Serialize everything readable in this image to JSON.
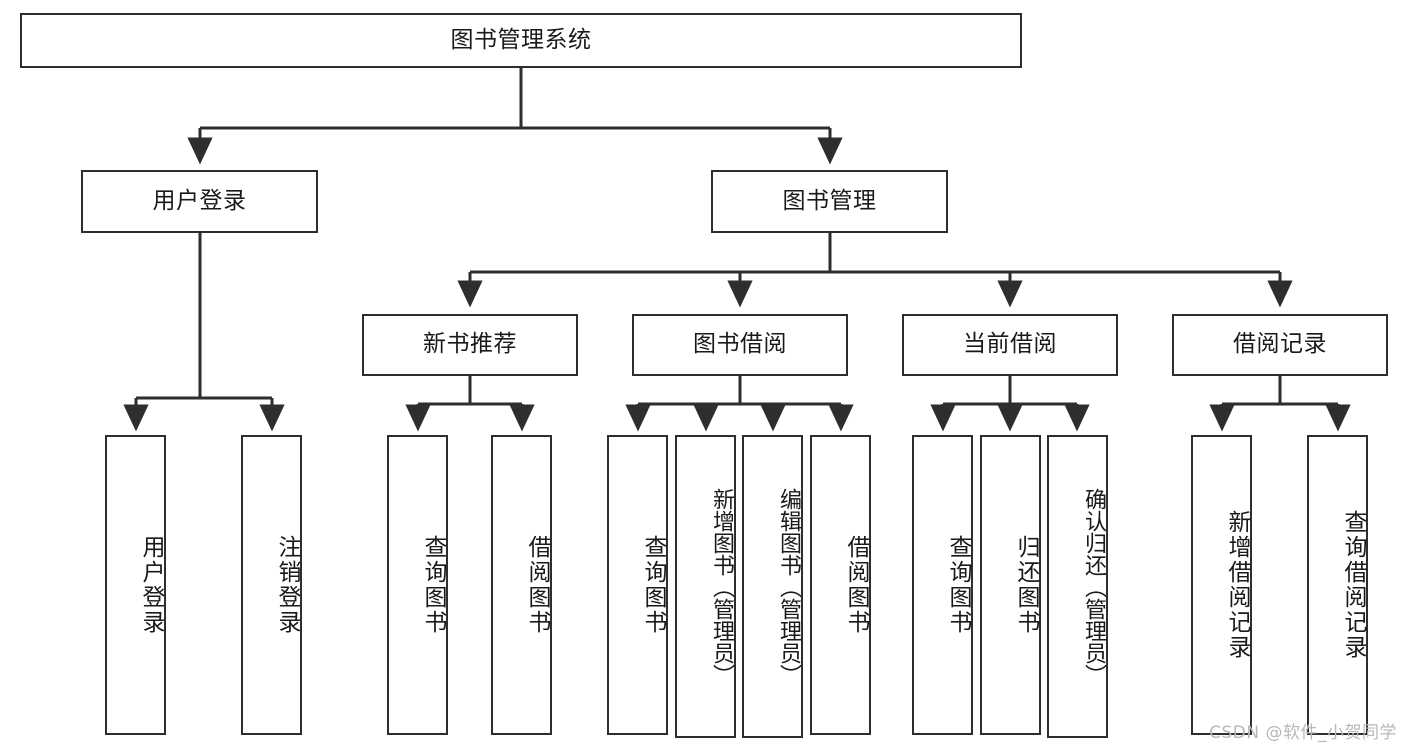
{
  "diagram": {
    "type": "tree",
    "title": "图书管理系统",
    "root": {
      "id": "root",
      "label": "图书管理系统"
    },
    "level2": [
      {
        "id": "user-login",
        "label": "用户登录"
      },
      {
        "id": "book-manage",
        "label": "图书管理"
      }
    ],
    "level3": [
      {
        "id": "new-book-rec",
        "label": "新书推荐",
        "parent": "book-manage"
      },
      {
        "id": "book-borrow",
        "label": "图书借阅",
        "parent": "book-manage"
      },
      {
        "id": "current-borrow",
        "label": "当前借阅",
        "parent": "book-manage"
      },
      {
        "id": "borrow-record",
        "label": "借阅记录",
        "parent": "book-manage"
      }
    ],
    "leaves": {
      "user-login": [
        {
          "id": "leaf-user-login",
          "label": "用户登录"
        },
        {
          "id": "leaf-logout",
          "label": "注销登录"
        }
      ],
      "new-book-rec": [
        {
          "id": "leaf-query-book-1",
          "label": "查询图书"
        },
        {
          "id": "leaf-borrow-book-1",
          "label": "借阅图书"
        }
      ],
      "book-borrow": [
        {
          "id": "leaf-query-book-2",
          "label": "查询图书"
        },
        {
          "id": "leaf-add-book",
          "label": "新增图书（管理员）"
        },
        {
          "id": "leaf-edit-book",
          "label": "编辑图书（管理员）"
        },
        {
          "id": "leaf-borrow-book-2",
          "label": "借阅图书"
        }
      ],
      "current-borrow": [
        {
          "id": "leaf-query-book-3",
          "label": "查询图书"
        },
        {
          "id": "leaf-return-book",
          "label": "归还图书"
        },
        {
          "id": "leaf-confirm-return",
          "label": "确认归还（管理员）"
        }
      ],
      "borrow-record": [
        {
          "id": "leaf-add-record",
          "label": "新增借阅记录"
        },
        {
          "id": "leaf-query-record",
          "label": "查询借阅记录"
        }
      ]
    },
    "colors": {
      "stroke": "#2e2e2e",
      "fill": "#ffffff",
      "text": "#1a1a1a",
      "watermark": "#b8b8b8"
    }
  },
  "watermark": {
    "text": "CSDN @软件_小贺同学"
  }
}
